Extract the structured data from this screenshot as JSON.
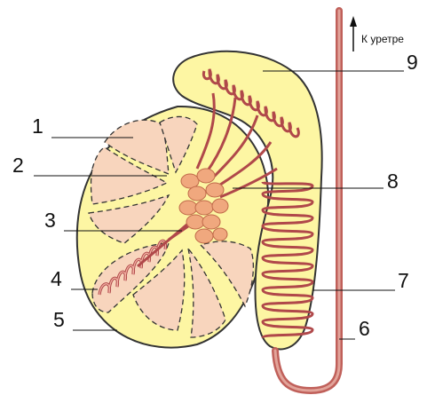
{
  "diagram": {
    "top_label": "К уретре",
    "labels": [
      "1",
      "2",
      "3",
      "4",
      "5",
      "6",
      "7",
      "8",
      "9"
    ],
    "colors": {
      "body_fill": "#fdf6a3",
      "outline": "#333333",
      "lobule_fill": "#f8d5bd",
      "tubule": "#b0484a",
      "tubule_core": "#f3b3a4",
      "rete": "#f0a87e",
      "duct": "#c0605a",
      "duct_core": "#e2a49a"
    }
  }
}
